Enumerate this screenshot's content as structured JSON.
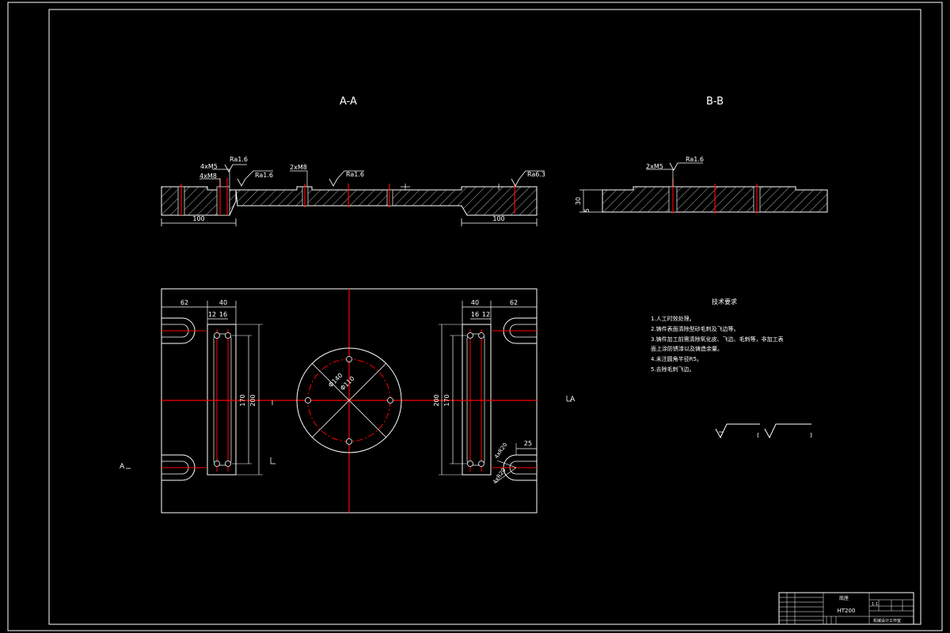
{
  "drawing": {
    "section_labels": {
      "aa": "A-A",
      "bb": "B-B"
    },
    "section_markers": {
      "left": "A",
      "right": "A"
    },
    "colors": {
      "background": "#000000",
      "line": "#ffffff",
      "centerline": "#ff0000",
      "hatch": "#ffffff"
    }
  },
  "section_aa": {
    "annotations": {
      "m5": "4xM5",
      "m8_left": "4xM8",
      "m8_mid": "2xM8",
      "ra_left_1": "Ra1.6",
      "ra_left_2": "Ra1.6",
      "ra_mid": "Ra1.6",
      "ra_right": "Ra6.3"
    },
    "dims": {
      "left_length": "100",
      "right_length": "100"
    }
  },
  "section_bb": {
    "annotations": {
      "m5": "2xM5",
      "ra": "Ra1.6"
    },
    "dims": {
      "height": "30",
      "small": "5"
    }
  },
  "plan_view": {
    "dims": {
      "left_slot_offset": "62",
      "left_rail_width": "40",
      "left_hole_a": "12",
      "left_hole_b": "16",
      "left_inner_length": "170",
      "left_outer_length": "200",
      "right_rail_width": "40",
      "right_slot_offset": "62",
      "right_hole_a": "16",
      "right_hole_b": "12",
      "right_outer_length": "200",
      "right_inner_length": "170",
      "corner_dim": "25",
      "slot_note_1": "4xR20",
      "slot_note_2": "4xR20",
      "circle_outer": "Φ140",
      "circle_inner": "Φ110"
    }
  },
  "tech_requirements": {
    "title": "技术要求",
    "items": [
      "1.人工时效处理。",
      "2.铸件表面清除型砂毛刺及飞边等。",
      "3.铸件加工前需清除氧化皮、飞边、毛刺等，非加工表",
      "面上涂防锈漆以及铸造余量。",
      "4.未注圆角半径R5。",
      "5.去除毛刺飞边。"
    ]
  },
  "title_block": {
    "part_name": "底座",
    "material": "HT200",
    "school": "机械设计工作室",
    "scale": "1:1"
  }
}
